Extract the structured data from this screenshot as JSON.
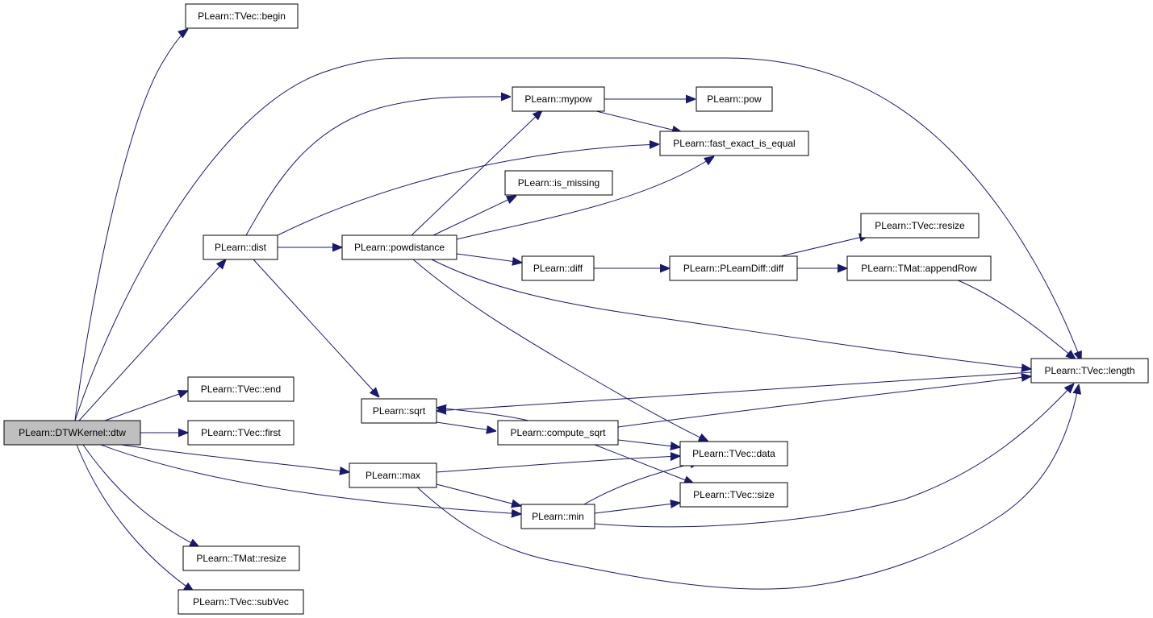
{
  "graph": {
    "edge_color": "#191970",
    "root_fill": "#bfbfbf",
    "nodes": {
      "dtw": "PLearn::DTWKernel::dtw",
      "begin": "PLearn::TVec::begin",
      "dist": "PLearn::dist",
      "end": "PLearn::TVec::end",
      "first": "PLearn::TVec::first",
      "max": "PLearn::max",
      "tmat_resize": "PLearn::TMat::resize",
      "subvec": "PLearn::TVec::subVec",
      "mypow": "PLearn::mypow",
      "pow": "PLearn::pow",
      "fast_exact": "PLearn::fast_exact_is_equal",
      "is_missing": "PLearn::is_missing",
      "powdistance": "PLearn::powdistance",
      "tvec_resize": "PLearn::TVec::resize",
      "diff": "PLearn::diff",
      "pldiff": "PLearn::PLearnDiff::diff",
      "appendrow": "PLearn::TMat::appendRow",
      "length": "PLearn::TVec::length",
      "sqrt": "PLearn::sqrt",
      "compute_sqrt": "PLearn::compute_sqrt",
      "data": "PLearn::TVec::data",
      "size": "PLearn::TVec::size",
      "min": "PLearn::min"
    }
  }
}
